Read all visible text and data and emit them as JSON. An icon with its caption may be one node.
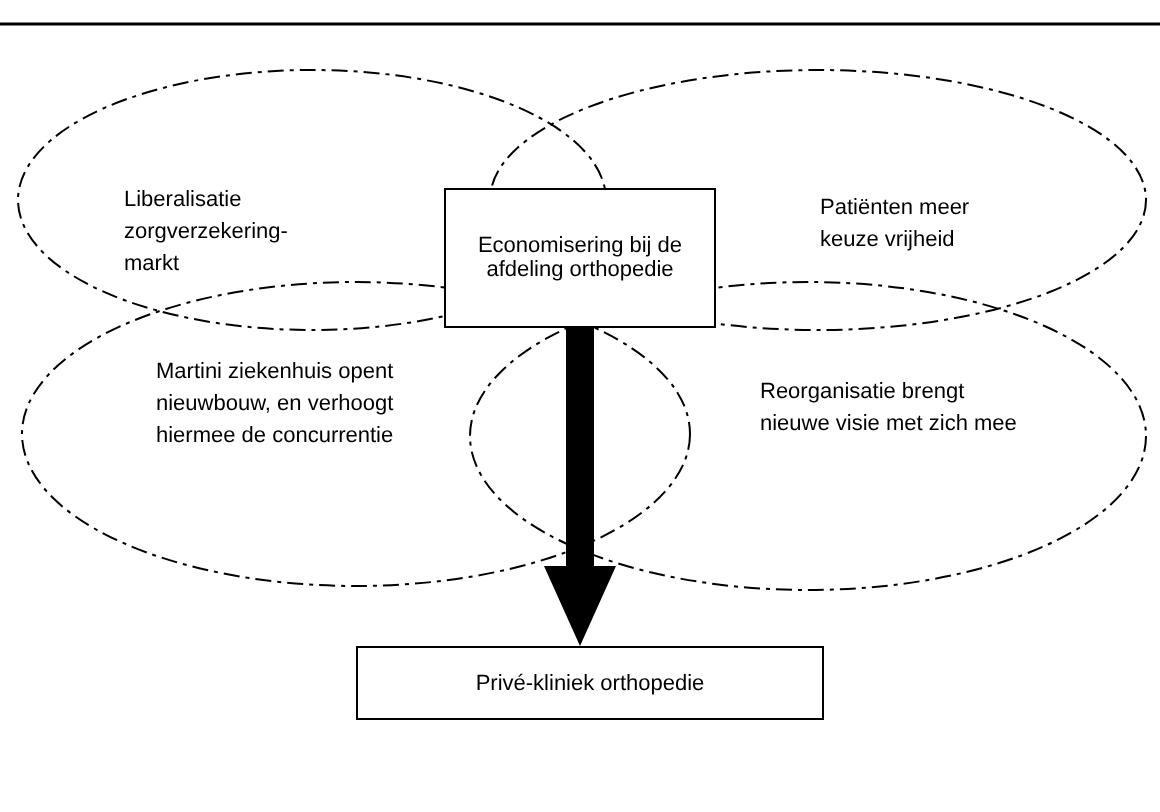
{
  "diagram": {
    "nodes": [
      {
        "text": [
          "Liberalisatie zorgverzekering-markt"
        ]
      },
      {
        "text": [
          "Patiënten meer keuze vrijheid"
        ]
      },
      {
        "text": [
          "Martini ziekenhuis opent nieuwbouw, en verhoogt hiermee de concurrentie"
        ]
      },
      {
        "text": [
          "Reorganisatie brengt nieuwe visie met zich mee"
        ]
      },
      {
        "text": [
          "Economisering bij de afdeling orthopedie"
        ]
      },
      {
        "text": [
          "Privé-kliniek orthopedie"
        ]
      }
    ],
    "edges": [
      {
        "from": 4,
        "to": 5,
        "arrow": "to",
        "style": "thick"
      }
    ]
  }
}
